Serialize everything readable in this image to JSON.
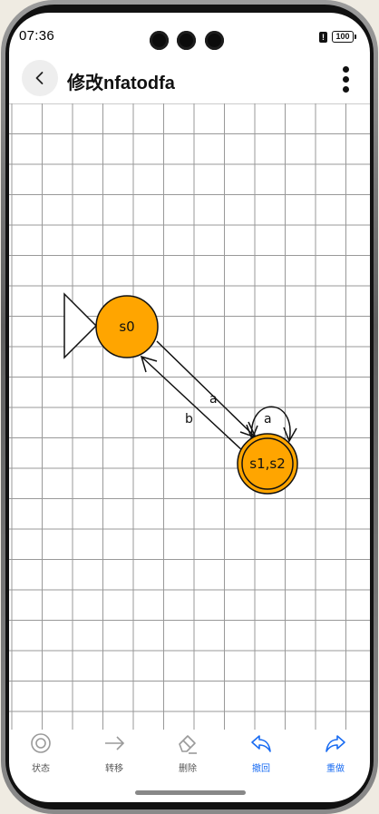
{
  "status_bar": {
    "time": "07:36",
    "battery": "100",
    "alert_icon": "alert-icon"
  },
  "header": {
    "title": "修改nfatodfa",
    "back_icon": "back-arrow-icon",
    "more_icon": "more-vertical-icon"
  },
  "automaton": {
    "states": [
      {
        "label": "s0",
        "initial": true,
        "accepting": false
      },
      {
        "label": "s1,s2",
        "initial": false,
        "accepting": true
      }
    ],
    "transitions": [
      {
        "from": "s0",
        "to": "s1,s2",
        "symbol": "a"
      },
      {
        "from": "s1,s2",
        "to": "s0",
        "symbol": "b"
      },
      {
        "from": "s1,s2",
        "to": "s1,s2",
        "symbol": "a"
      }
    ],
    "state_color": "#FFA500",
    "grid_color": "#999999"
  },
  "toolbar": {
    "items": [
      {
        "label": "状态",
        "icon": "state-circle-icon",
        "active": false
      },
      {
        "label": "转移",
        "icon": "arrow-right-icon",
        "active": false
      },
      {
        "label": "删除",
        "icon": "eraser-icon",
        "active": false
      },
      {
        "label": "撤回",
        "icon": "undo-icon",
        "active": true
      },
      {
        "label": "重做",
        "icon": "redo-icon",
        "active": true
      }
    ],
    "active_color": "#1a6cf2",
    "inactive_color": "#9a9a9a"
  }
}
